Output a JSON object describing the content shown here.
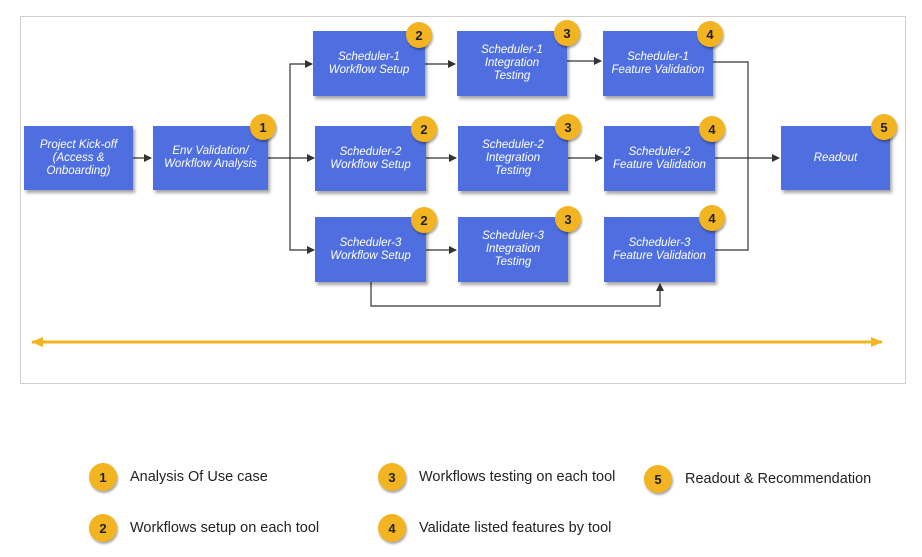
{
  "diagram": {
    "nodes": {
      "kickoff": "Project Kick-off\n(Access &\nOnboarding)",
      "env": "Env Validation/\nWorkflow Analysis",
      "s1_setup": "Scheduler-1\nWorkflow Setup",
      "s1_test": "Scheduler-1\nIntegration\nTesting",
      "s1_feat": "Scheduler-1\nFeature Validation",
      "s2_setup": "Scheduler-2\nWorkflow Setup",
      "s2_test": "Scheduler-2\nIntegration\nTesting",
      "s2_feat": "Scheduler-2\nFeature Validation",
      "s3_setup": "Scheduler-3\nWorkflow Setup",
      "s3_test": "Scheduler-3\nIntegration\nTesting",
      "s3_feat": "Scheduler-3\nFeature Validation",
      "readout": "Readout"
    },
    "badges": {
      "env": "1",
      "s1_setup": "2",
      "s1_test": "3",
      "s1_feat": "4",
      "s2_setup": "2",
      "s2_test": "3",
      "s2_feat": "4",
      "s3_setup": "2",
      "s3_test": "3",
      "s3_feat": "4",
      "readout": "5"
    },
    "colors": {
      "box": "#4f6fe0",
      "badge": "#f2b521",
      "timeline": "#f2b521",
      "connector": "#333333"
    }
  },
  "legend": [
    {
      "num": "1",
      "text": "Analysis Of Use case"
    },
    {
      "num": "2",
      "text": "Workflows setup on each tool"
    },
    {
      "num": "3",
      "text": "Workflows testing on each tool"
    },
    {
      "num": "4",
      "text": "Validate listed features by tool"
    },
    {
      "num": "5",
      "text": "Readout & Recommendation"
    }
  ]
}
